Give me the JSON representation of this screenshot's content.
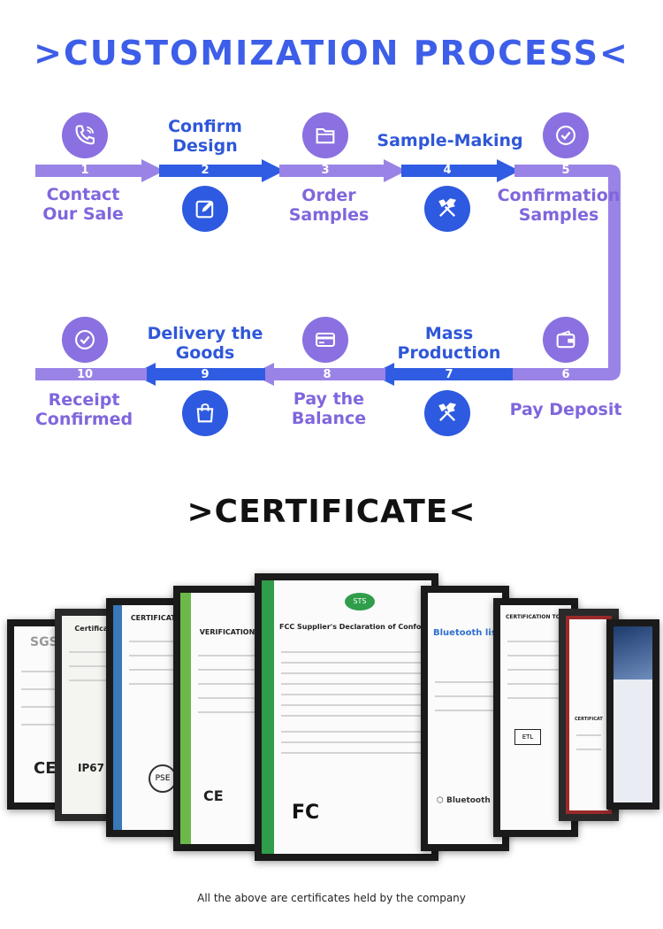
{
  "titles": {
    "process": ">CUSTOMIZATION  PROCESS<",
    "certificate": ">CERTIFICATE<"
  },
  "steps": [
    {
      "num": "1",
      "label_line1": "Contact",
      "label_line2": "Our Sale",
      "icon": "phone-icon"
    },
    {
      "num": "2",
      "label_line1": "Confirm",
      "label_line2": "Design",
      "icon": "edit-icon"
    },
    {
      "num": "3",
      "label_line1": "Order",
      "label_line2": "Samples",
      "icon": "folder-icon"
    },
    {
      "num": "4",
      "label_line1": "Sample-Making",
      "label_line2": "",
      "icon": "tools-icon"
    },
    {
      "num": "5",
      "label_line1": "Confirmation",
      "label_line2": "Samples",
      "icon": "check-icon"
    },
    {
      "num": "6",
      "label_line1": "Pay Deposit",
      "label_line2": "",
      "icon": "wallet-icon"
    },
    {
      "num": "7",
      "label_line1": "Mass",
      "label_line2": "Production",
      "icon": "tools-icon"
    },
    {
      "num": "8",
      "label_line1": "Pay the",
      "label_line2": "Balance",
      "icon": "card-icon"
    },
    {
      "num": "9",
      "label_line1": "Delivery the",
      "label_line2": "Goods",
      "icon": "bag-icon"
    },
    {
      "num": "10",
      "label_line1": "Receipt",
      "label_line2": "Confirmed",
      "icon": "check-icon"
    }
  ],
  "certificates": [
    {
      "header": "SGS"
    },
    {
      "header": "Certificate"
    },
    {
      "header": "CERTIFICATE"
    },
    {
      "header": "VERIFICATION"
    },
    {
      "header": "FCC Supplier's Declaration of Conformity",
      "logo": "STS",
      "mark": "FC"
    },
    {
      "header": "Bluetooth listing"
    },
    {
      "header": "CERTIFICATION TO MARK"
    },
    {
      "header": "CERTIFICATE OF COMPLIANCE"
    },
    {
      "header": ""
    }
  ],
  "colors": {
    "purple": "#8a70e0",
    "blue": "#2d5ae0",
    "title_blue": "#3d5ee8"
  },
  "caption": "All the above are certificates held by the company"
}
